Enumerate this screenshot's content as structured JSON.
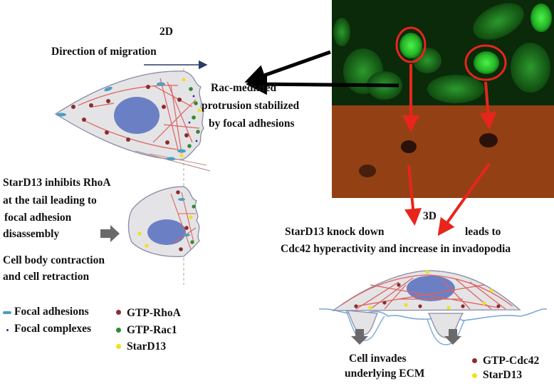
{
  "labels": {
    "section_2d": "2D",
    "direction_of_migration": "Direction of migration",
    "rac_line1": "Rac-mediated",
    "rac_line2": "protrusion stabilized",
    "rac_line3": "by focal adhesions",
    "stard13_rhoa_line1": "StarD13 inhibits RhoA",
    "stard13_rhoa_line2": "at the tail leading to",
    "stard13_rhoa_line3": "focal adhesion",
    "stard13_rhoa_line4": "disassembly",
    "contraction_line1": "Cell body contraction",
    "contraction_line2": "and cell retraction",
    "section_3d": "3D",
    "knockdown_part1": "StarD13 knock down",
    "knockdown_part2": "leads to",
    "cdc42_line": "Cdc42 hyperactivity and increase in invadopodia",
    "invade_line1": "Cell invades",
    "invade_line2": "underlying ECM"
  },
  "legend_left": [
    {
      "label": "Focal adhesions",
      "marker": "focal-adhesion-dash",
      "color": "#4a9fc4"
    },
    {
      "label": "Focal complexes",
      "marker": "focal-complex-dot",
      "color": "#2a2aa0"
    }
  ],
  "legend_middle": [
    {
      "label": "GTP-RhoA",
      "marker": "rhoa-dot",
      "color": "#8b2d2d"
    },
    {
      "label": "GTP-Rac1",
      "marker": "rac1-dot",
      "color": "#2e8b2e"
    },
    {
      "label": "StarD13",
      "marker": "stard13-dot",
      "color": "#f2e020"
    }
  ],
  "legend_right": [
    {
      "label": "GTP-Cdc42",
      "marker": "cdc42-dot",
      "color": "#8b2d2d"
    },
    {
      "label": "StarD13",
      "marker": "stard13-dot",
      "color": "#f2e020"
    }
  ],
  "colors": {
    "arrow_red": "#e8251b",
    "arrow_black": "#000000",
    "nucleus": "#6b80c4",
    "actin": "#e06060",
    "fluorescence_green": "#3ad23a",
    "brightfield_orange": "#8a3a10"
  }
}
